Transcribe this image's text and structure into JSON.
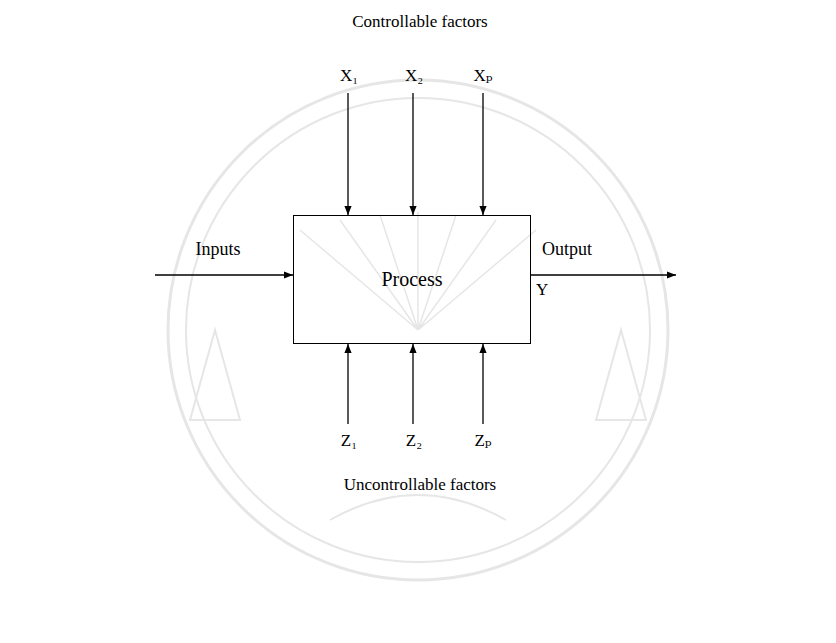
{
  "diagram": {
    "nodes": [
      {
        "text": [
          "Process"
        ]
      }
    ],
    "labels": [
      "Controllable factors",
      "X₁",
      "X₂",
      "Xₚ",
      "Inputs",
      "Output",
      "Y",
      "Z₁",
      "Z₂",
      "Zₚ",
      "Uncontrollable factors"
    ]
  }
}
